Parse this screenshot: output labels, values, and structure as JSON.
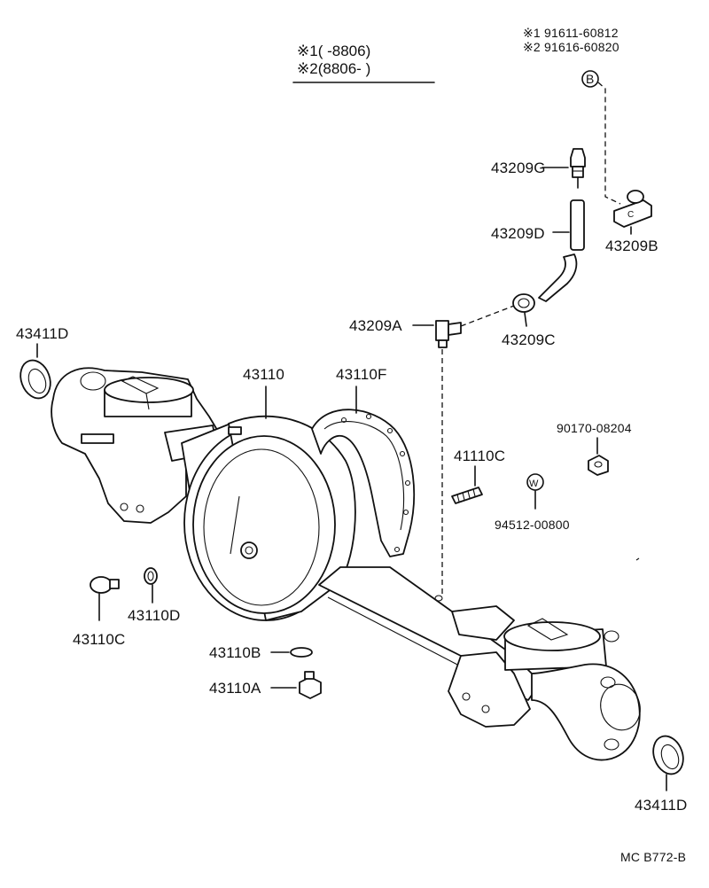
{
  "notes": {
    "row1": "※1(      -8806)",
    "row2": "※2(8806-      )",
    "bolt1": "※1 91611-60812",
    "bolt2": "※2 91616-60820"
  },
  "labels": {
    "p43209G": "43209G",
    "p43209D": "43209D",
    "p43209B": "43209B",
    "p43209A": "43209A",
    "p43209C": "43209C",
    "p43411D_top": "43411D",
    "p43110": "43110",
    "p43110F": "43110F",
    "p90170": "90170-08204",
    "p41110C": "41110C",
    "p94512": "94512-00800",
    "p43110C": "43110C",
    "p43110D": "43110D",
    "p43110B": "43110B",
    "p43110A": "43110A",
    "p43411D_bottom": "43411D",
    "code": "MC  B772-B"
  },
  "callouts": {
    "b": "B",
    "c": "C",
    "w": "W"
  }
}
